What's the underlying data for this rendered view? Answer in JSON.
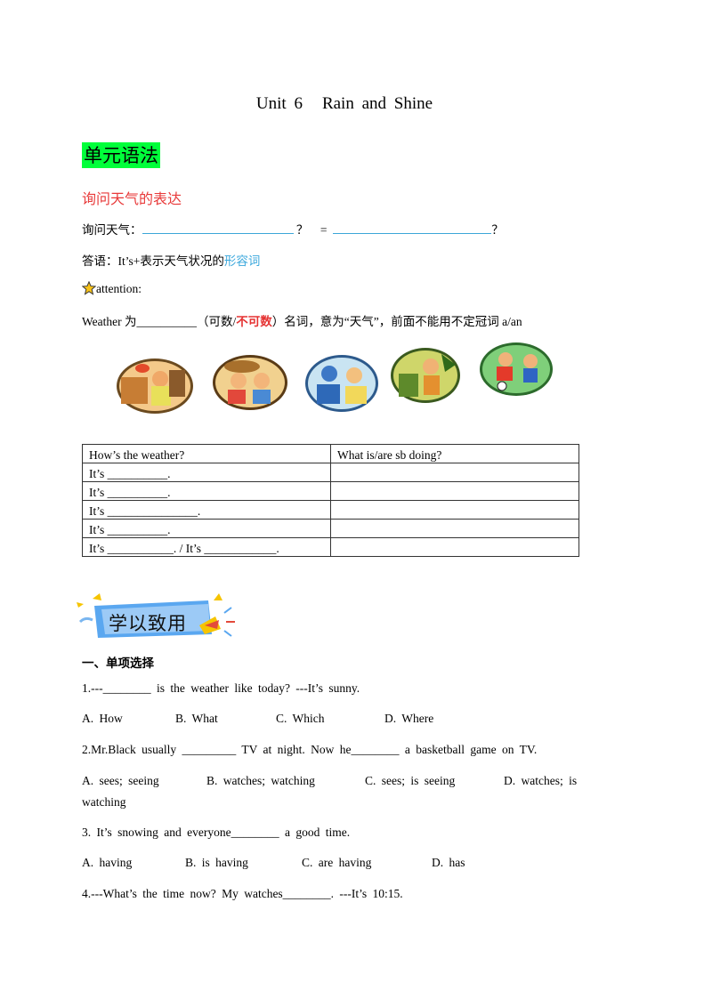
{
  "title": {
    "part1": "Unit 6",
    "part2": "Rain and Shine"
  },
  "section_label": "单元语法",
  "subtitle": "询问天气的表达",
  "ask_line": {
    "label": "询问天气：",
    "q1": "？",
    "eq": "=",
    "q2": "？"
  },
  "answer_line": {
    "prefix": "答语：It’s+表示天气状况的",
    "highlight": "形容词"
  },
  "attention": "attention:",
  "weather_line": {
    "prefix": "Weather 为",
    "blank": "__________",
    "paren_open": "（可数/",
    "bold_red": "不可数",
    "rest": "）名词，意为“天气”，前面不能用不定冠词 a/an"
  },
  "table": {
    "headers": [
      "How’s  the  weather?",
      "What  is/are  sb  doing?"
    ],
    "rows": [
      [
        "It’s  __________.",
        ""
      ],
      [
        "It’s  __________.",
        ""
      ],
      [
        "It’s  _______________.",
        ""
      ],
      [
        "It’s  __________.",
        ""
      ],
      [
        "It’s  ___________.  /  It’s  ____________.",
        ""
      ]
    ]
  },
  "badge_text": "学以致用",
  "section1": "一、单项选择",
  "questions": [
    {
      "q": "1.---________  is  the  weather  like  today?      ---It’s  sunny.",
      "options": [
        "A.  How",
        "B.  What",
        "C.  Which",
        "D.  Where"
      ]
    },
    {
      "q": "2.Mr.Black  usually  _________  TV  at  night.  Now  he________  a  basketball  game  on  TV.",
      "options": [
        "A.  sees;  seeing",
        "B.  watches;  watching",
        "C.  sees;  is  seeing",
        "D.  watches;  is"
      ],
      "wrap": "watching"
    },
    {
      "q": "3.  It’s  snowing  and  everyone________  a  good  time.",
      "options": [
        "A.  having",
        "B.  is  having",
        "C.  are  having",
        "D.  has"
      ]
    },
    {
      "q": "4.---What’s  the  time  now?  My  watches________.       ---It’s  10:15.",
      "options": []
    }
  ],
  "colors": {
    "highlight_green": "#00ff3a",
    "red": "#e83a3a",
    "blue": "#3aa7dc"
  }
}
